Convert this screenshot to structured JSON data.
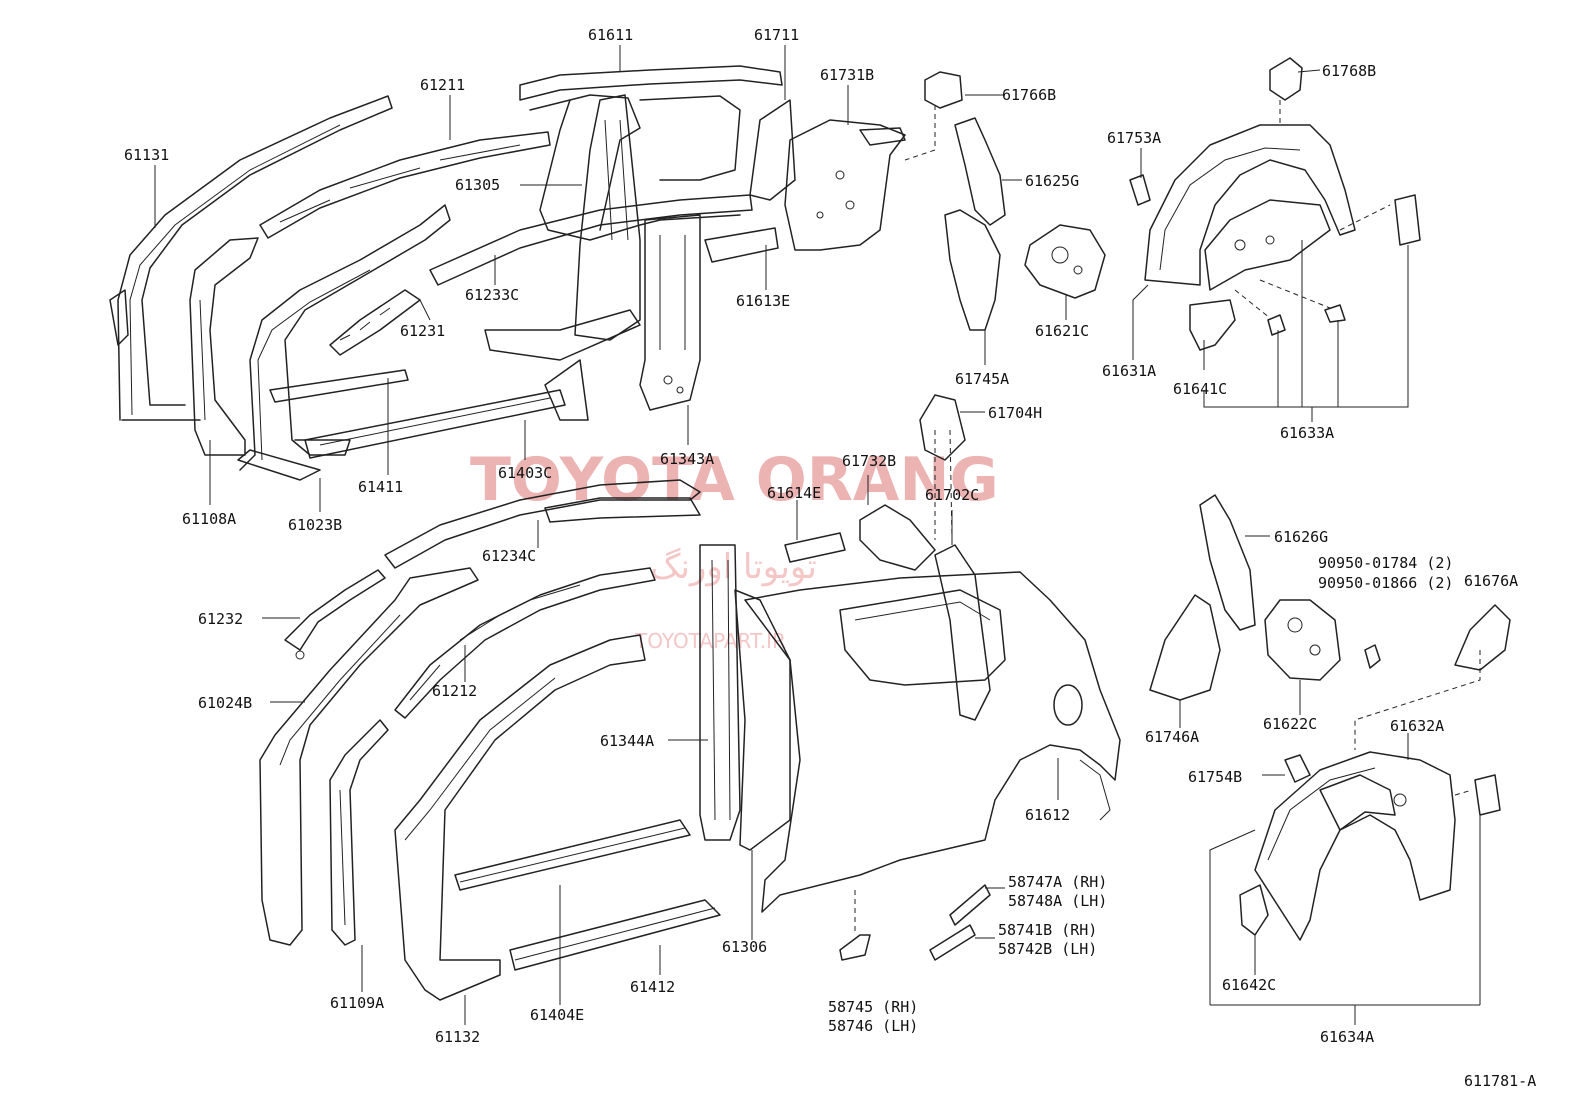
{
  "watermark": {
    "brand": "TOYOTA ORANG",
    "persian": "تویوتا اورنگ",
    "site": "TOYOTAPART.IR"
  },
  "figure_ref": "611781-A",
  "labels": {
    "p61131": "61131",
    "p61211": "61211",
    "p61611": "61611",
    "p61711": "61711",
    "p61731B": "61731B",
    "p61766B": "61766B",
    "p61768B": "61768B",
    "p61305": "61305",
    "p61625G": "61625G",
    "p61753A": "61753A",
    "p61233C": "61233C",
    "p61613E": "61613E",
    "p61621C": "61621C",
    "p61231": "61231",
    "p61745A": "61745A",
    "p61631A": "61631A",
    "p61641C": "61641C",
    "p61633A": "61633A",
    "p61704H": "61704H",
    "p61343A": "61343A",
    "p61411": "61411",
    "p61403C": "61403C",
    "p61108A": "61108A",
    "p61023B": "61023B",
    "p61732B": "61732B",
    "p61614E": "61614E",
    "p61702C": "61702C",
    "p61234C": "61234C",
    "p61626G": "61626G",
    "p90950a": "90950-01784 (2)",
    "p90950b": "90950-01866 (2)",
    "p61676A": "61676A",
    "p61232": "61232",
    "p61212": "61212",
    "p61024B": "61024B",
    "p61746A": "61746A",
    "p61622C": "61622C",
    "p61632A": "61632A",
    "p61344A": "61344A",
    "p61754B": "61754B",
    "p61612": "61612",
    "p58747A": "58747A (RH)",
    "p58748A": "58748A (LH)",
    "p58741B": "58741B (RH)",
    "p58742B": "58742B (LH)",
    "p61306": "61306",
    "p61412": "61412",
    "p61109A": "61109A",
    "p61404E": "61404E",
    "p61132": "61132",
    "p58745": "58745 (RH)",
    "p58746": "58746 (LH)",
    "p61642C": "61642C",
    "p61634A": "61634A"
  }
}
